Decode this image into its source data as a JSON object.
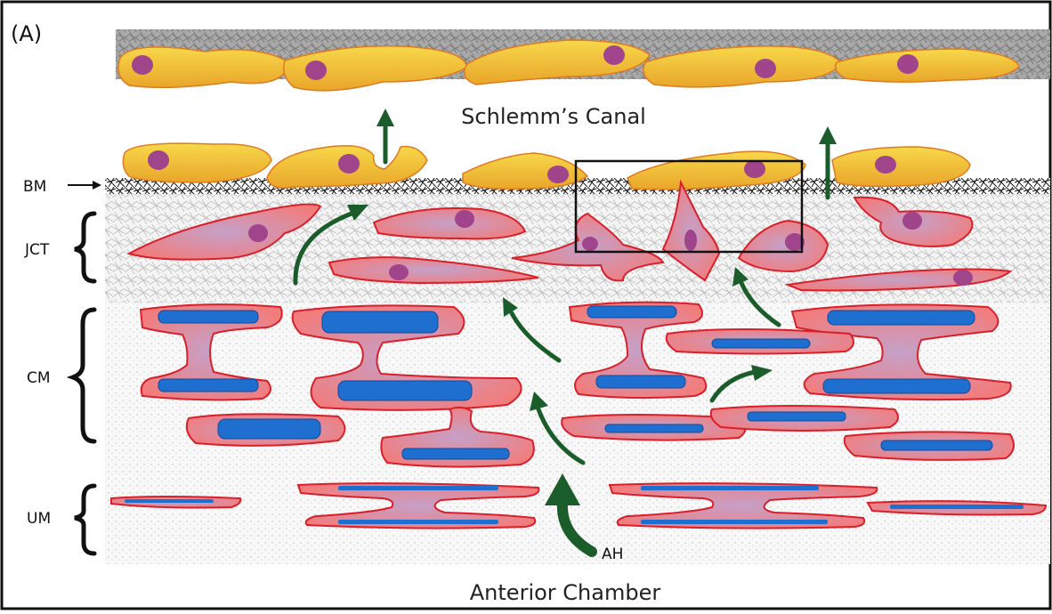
{
  "panel_label": "(A)",
  "labels": {
    "schlemms_canal": "Schlemm’s Canal",
    "anterior_chamber": "Anterior Chamber",
    "bm": "BM",
    "jct": "JCT",
    "cm": "CM",
    "um": "UM",
    "ah": "AH"
  },
  "colors": {
    "endothelial_cell": "#f2c12e",
    "endothelial_edge": "#e07a1f",
    "tm_cell": "#f08080",
    "tm_edge": "#d91f2a",
    "nucleus_purple": "#a0448c",
    "collagen_beam": "#1f6fd1",
    "flow_arrow": "#1a5c2a",
    "matrix_gray": "#9e9e9e"
  }
}
